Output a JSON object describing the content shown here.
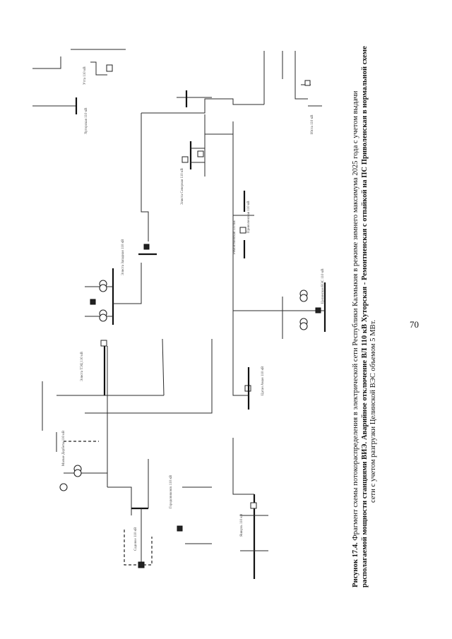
{
  "figure": {
    "caption": {
      "lead": "Рисунок 17.4.",
      "line1": " Фрагмент схемы потокораспределения в электрической сети Республики Калмыкия в режиме зимнего максимума 2025 года с учетом выдачи",
      "line2": "располагаемой мощности станциями ВИЭ. Аварийное отключение ВЛ 110 кВ Хуторская - Ремонтненская с отпайкой на ПС Приволенская в нормальной схеме",
      "line3": "сети с учетом разгрузки Целинской ВЭС объемом 5 МВт."
    },
    "page_number": "70"
  },
  "diagram": {
    "station_labels": [
      "Хуторская 110 кВ",
      "Ремонтненская 110 кВ",
      "Приволенская 110 кВ",
      "Целинская ВЭС 110 кВ",
      "Элиста Северная 110 кВ",
      "Элиста Западная 110 кВ",
      "Элиста ТЭЦ 110 кВ",
      "Малые Дербеты 110 кВ",
      "Садовое 110 кВ",
      "Городовиковск 110 кВ",
      "Яшкуль 110 кВ",
      "Цаган Аман 110 кВ",
      "Юста 110 кВ",
      "Утта 110 кВ"
    ]
  }
}
